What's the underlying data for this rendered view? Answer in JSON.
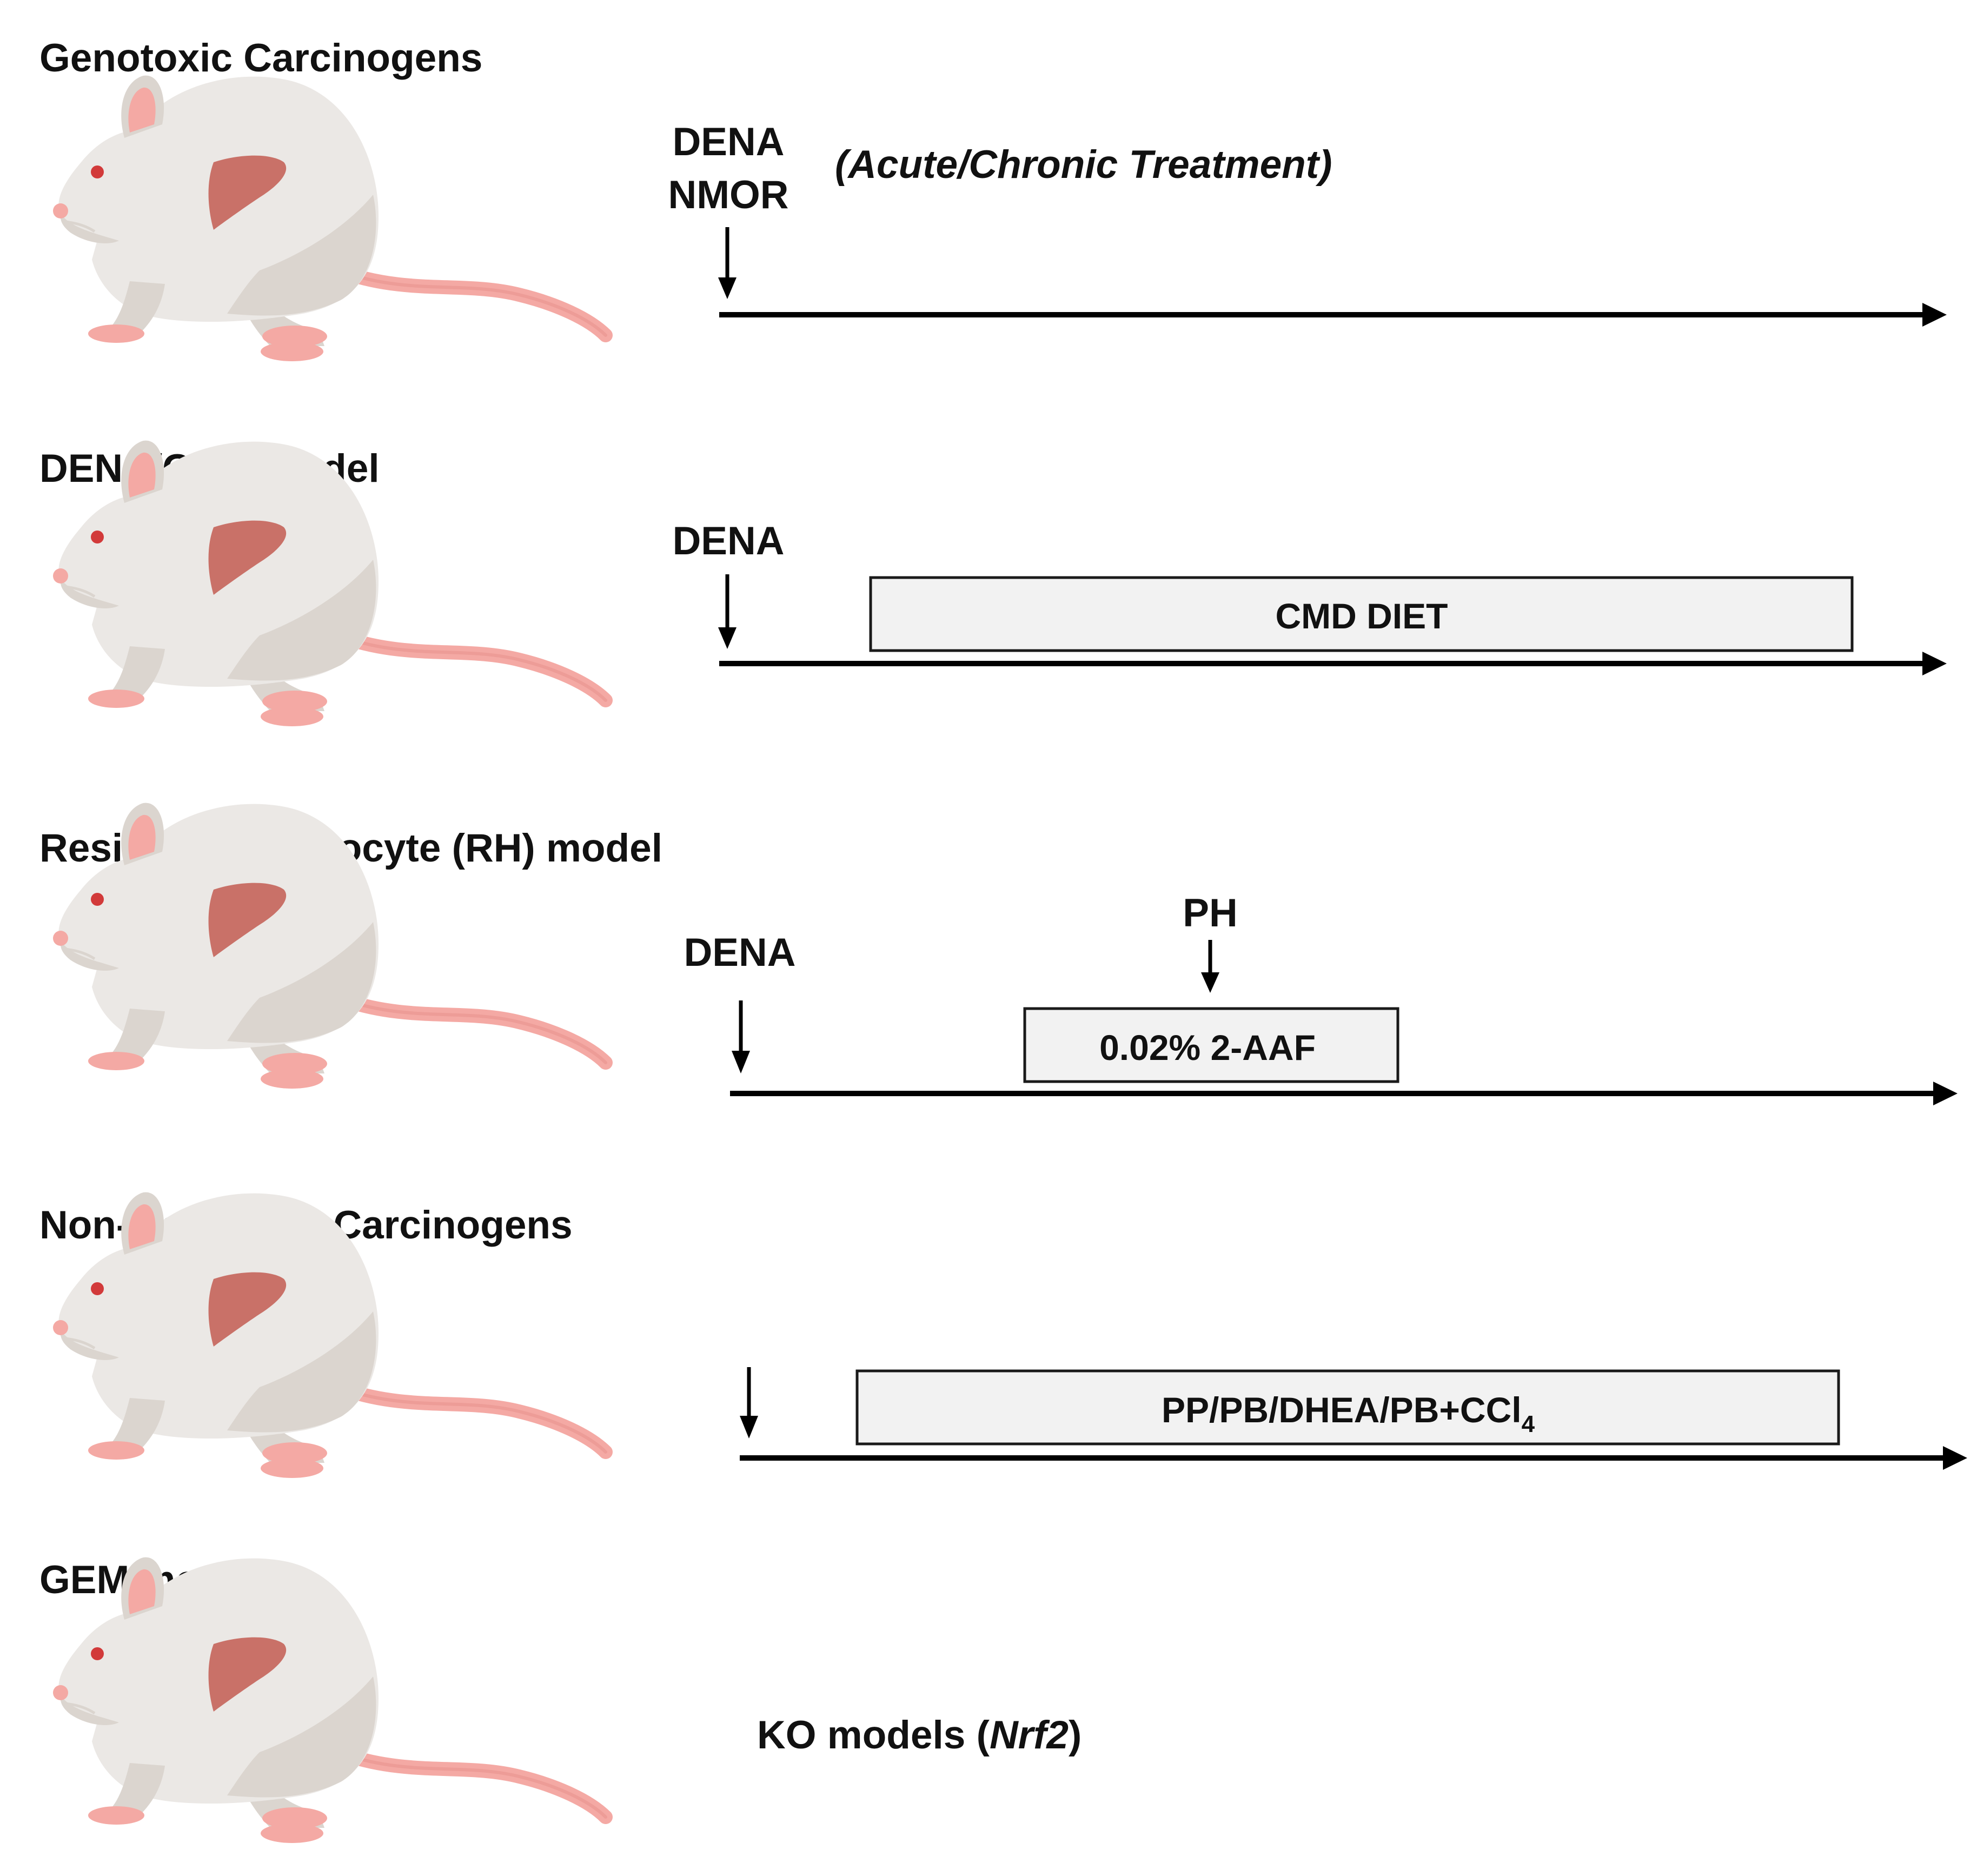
{
  "colors": {
    "rat_body": "#ebe8e5",
    "rat_shade": "#dbd5cf",
    "rat_pink": "#f4a9a4",
    "liver": "#c97168",
    "eye": "#d23a3a",
    "box_fill": "#f2f2f2",
    "line": "#000000"
  },
  "icons": {
    "rat": "rat-with-liver-icon",
    "arrow": "down-arrow-icon",
    "timeline": "timeline-arrow-icon"
  },
  "models": [
    {
      "title": "Genotoxic Carcinogens",
      "dose_line1": "DENA",
      "dose_line2": "NMOR",
      "note": "(Acute/Chronic Treatment)"
    },
    {
      "title": "DENA/CMD model",
      "dose_label": "DENA",
      "box_label": "CMD DIET"
    },
    {
      "title": "Resistant Hepatocyte (RH) model",
      "dose_label": "DENA",
      "ph_label": "PH",
      "box_label": "0.02% 2-AAF"
    },
    {
      "title": "Non-Genotoxic Carcinogens",
      "box_label_main": "PP/PB/DHEA/PB+CCl",
      "box_label_sub": "4"
    },
    {
      "title": "GEM models",
      "ko_prefix": "KO models (",
      "ko_gene": "Nrf2",
      "ko_suffix": ")"
    }
  ]
}
